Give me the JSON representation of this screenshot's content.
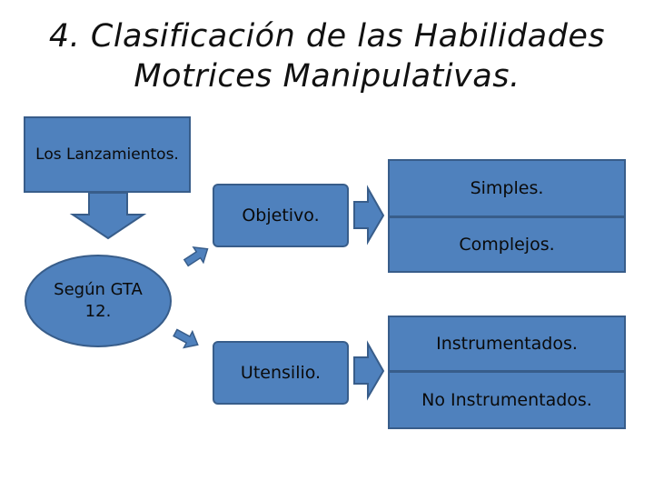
{
  "title": {
    "line1": "4. Clasificación de las Habilidades",
    "line2": "Motrices Manipulativas."
  },
  "nodes": {
    "lanzamientos": "Los Lanzamientos.",
    "gta": "Según GTA 12.",
    "objetivo": "Objetivo.",
    "utensilio": "Utensilio.",
    "simples": "Simples.",
    "complejos": "Complejos.",
    "instrumentados": "Instrumentados.",
    "no_instrumentados": "No Instrumentados."
  },
  "colors": {
    "fill": "#4f81bd",
    "stroke": "#385d8a",
    "text": "#0a0a0a"
  }
}
